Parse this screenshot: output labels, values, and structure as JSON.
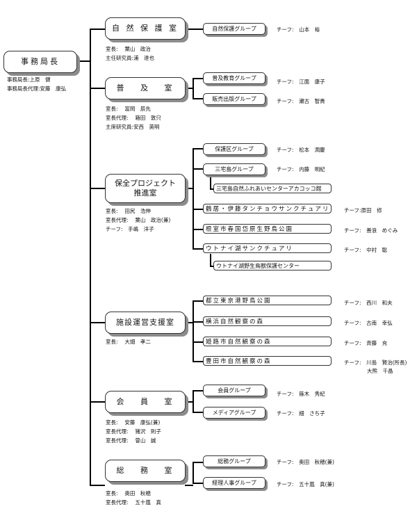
{
  "root": {
    "title": "事務局長",
    "staff": [
      "事務局長:上原　健",
      "事務局長代理:安藤　康弘"
    ]
  },
  "offices": [
    {
      "title": "自 然 保 護 室",
      "staff": [
        "室長:　 葉山　政治",
        "主任研究員:浦　達也"
      ],
      "units": [
        {
          "name": "自然保護グループ",
          "chief": "チーフ:　山本　裕"
        }
      ]
    },
    {
      "title": "普　 及　 室",
      "staff": [
        "室長:　 富岡　辰先",
        "室長代理:　 箱田　敦只",
        "主席研究員:安西　英明"
      ],
      "units": [
        {
          "name": "普及教育グループ",
          "chief": "チーフ:　江面　康子"
        },
        {
          "name": "販売出版グループ",
          "chief": "チーフ:　瀬古　智貴"
        }
      ]
    },
    {
      "title_line1": "保全プロジェクト",
      "title_line2": "推進室",
      "staff": [
        "室長:　 田尻　浩伸",
        "室長代理:　 葉山　政治(兼)",
        "チーフ:　手嶋　洋子"
      ],
      "units": [
        {
          "name": "保護区グループ",
          "chief": "チーフ:　松本　潤慶"
        },
        {
          "name": "三宅島グループ",
          "chief": "チーフ:　内藤　明紀"
        },
        {
          "name": "三宅島自然ふれあいセンターアカコッコ館"
        },
        {
          "name": "鶴居・伊藤タンチョウサンクチュアリ",
          "chief": "チーフ:原田　修"
        },
        {
          "name": "根室市春国岱原生野鳥公園",
          "chief": "チーフ:　善浪　めぐみ"
        },
        {
          "name": "ウトナイ湖サンクチュアリ",
          "chief": "チーフ:　中村　聡"
        },
        {
          "name": "ウトナイ湖野生鳥獣保護センター"
        }
      ]
    },
    {
      "title": "施設運営支援室",
      "staff": [
        "室長:　 大畑　孝二"
      ],
      "units": [
        {
          "name": "都立東京港野鳥公園",
          "chief": "チーフ:　西川　和夫"
        },
        {
          "name": "横浜自然観察の森",
          "chief": "チーフ:　古南　幸弘"
        },
        {
          "name": "姫路市自然観察の森",
          "chief": "チーフ:　斉藤　充"
        },
        {
          "name": "豊田市自然観察の森",
          "chief": "チーフ:　川島　賢治(所長)",
          "chief2": "大熊　千晶"
        }
      ]
    },
    {
      "title": "会　 員　 室",
      "staff": [
        "室長:　 安藤　康弘(兼)",
        "室長代理:　 猪沢　則子",
        "室長代理:　 曽山　誠"
      ],
      "units": [
        {
          "name": "会員グループ",
          "chief": "チーフ:　篠木　秀紀"
        },
        {
          "name": "メディアグループ",
          "chief": "チーフ:　細　さち子"
        }
      ]
    },
    {
      "title": "総　 務　 室",
      "staff": [
        "室長:　 奥田　秋穂",
        "室長代理:　 五十嵐　真"
      ],
      "units": [
        {
          "name": "総務グループ",
          "chief": "チーフ:　奥田　秋穂(兼)"
        },
        {
          "name": "経理人事グループ",
          "chief": "チーフ:　五十嵐　真(兼)"
        }
      ]
    }
  ]
}
